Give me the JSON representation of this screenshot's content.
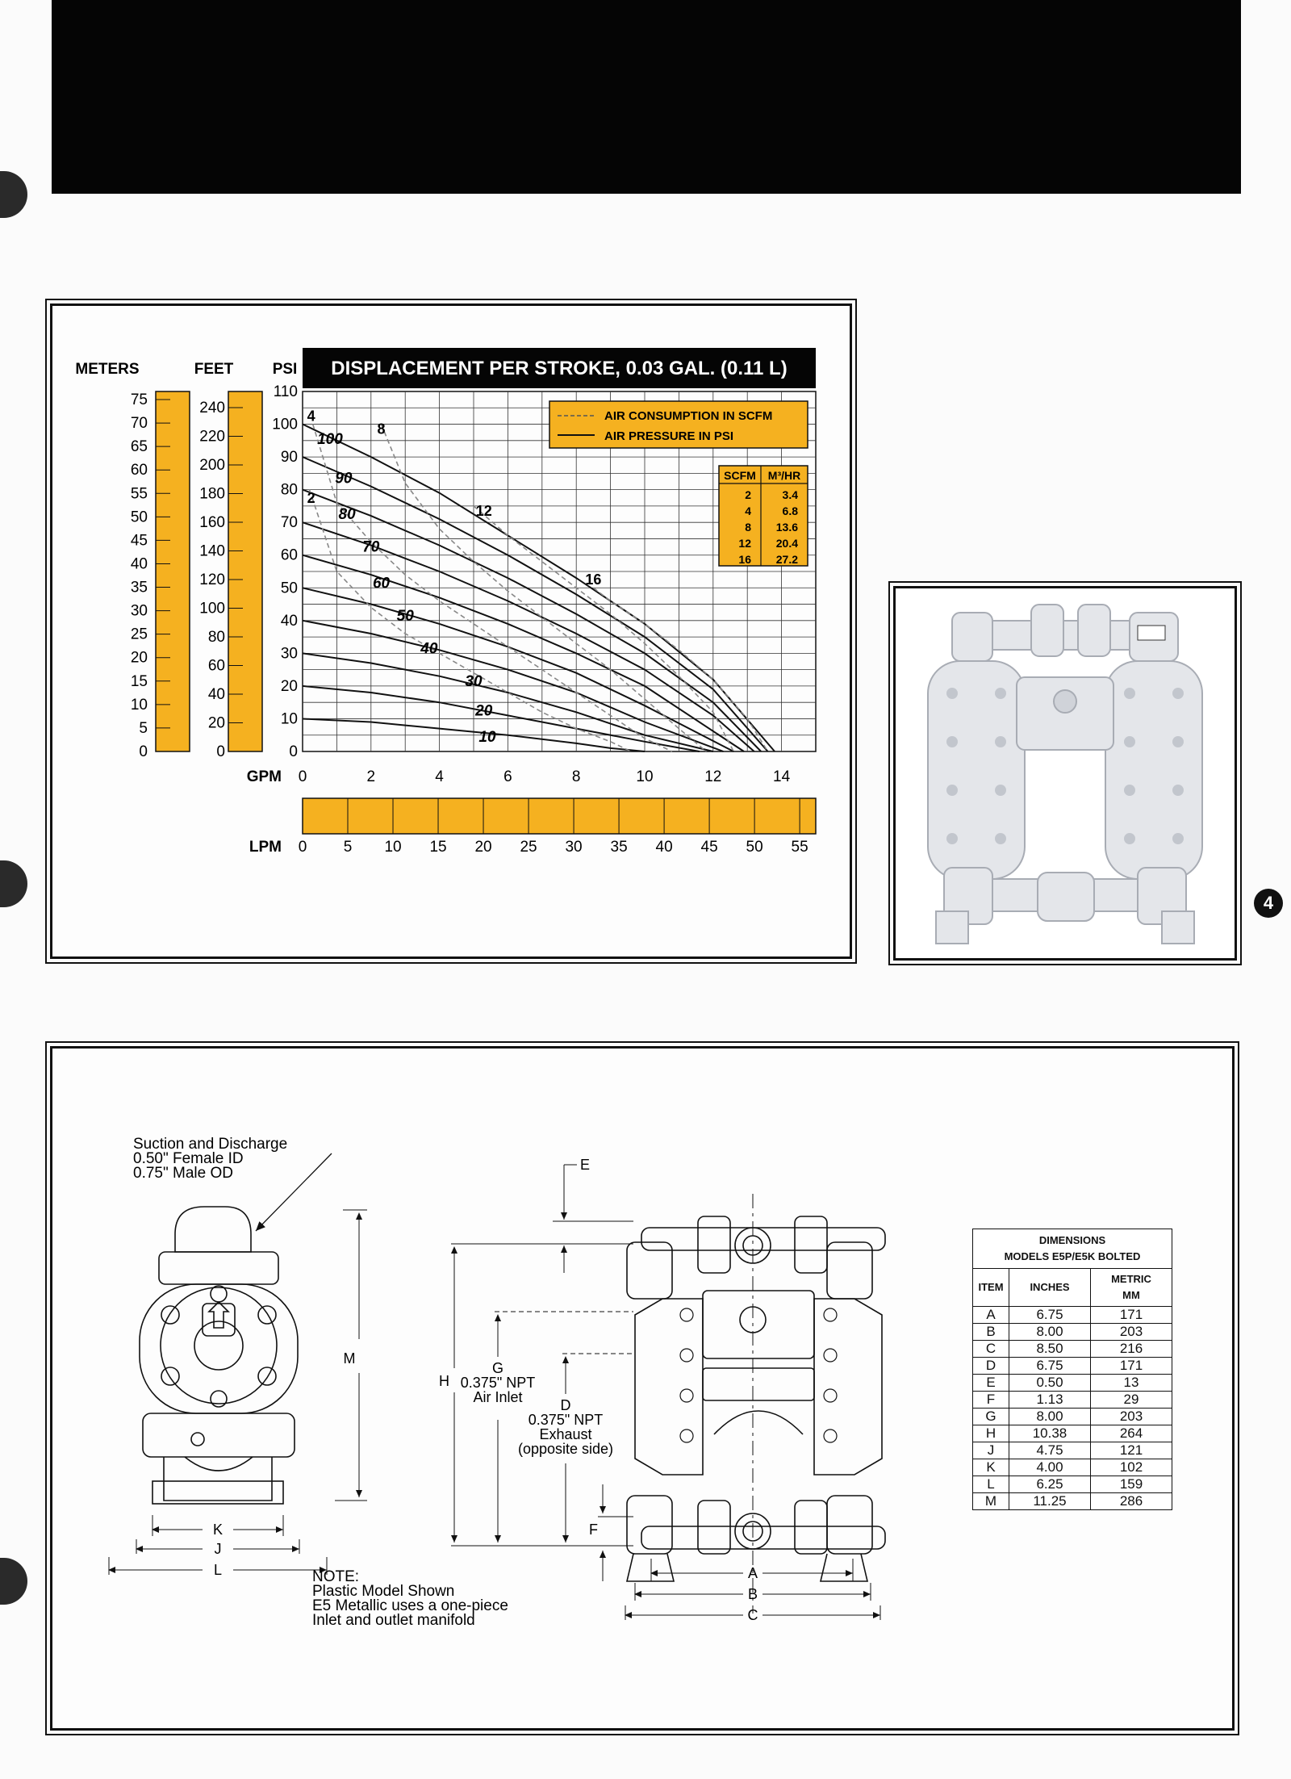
{
  "header": {
    "page_number": "4"
  },
  "chart": {
    "title": "DISPLACEMENT PER STROKE, 0.03 GAL. (0.11 L)",
    "scale_labels": {
      "meters": "METERS",
      "feet": "FEET",
      "psi": "PSI",
      "gpm": "GPM",
      "lpm": "LPM"
    },
    "meters_ticks": [
      "75",
      "70",
      "65",
      "60",
      "55",
      "50",
      "45",
      "40",
      "35",
      "30",
      "25",
      "20",
      "15",
      "10",
      "5",
      "0"
    ],
    "feet_ticks": [
      "240",
      "220",
      "200",
      "180",
      "160",
      "140",
      "120",
      "100",
      "80",
      "60",
      "40",
      "20",
      "0"
    ],
    "psi_ticks": [
      "110",
      "100",
      "90",
      "80",
      "70",
      "60",
      "50",
      "40",
      "30",
      "20",
      "10",
      "0"
    ],
    "gpm_ticks": [
      "0",
      "2",
      "4",
      "6",
      "8",
      "10",
      "12",
      "14"
    ],
    "lpm_ticks": [
      "0",
      "5",
      "10",
      "15",
      "20",
      "25",
      "30",
      "35",
      "40",
      "45",
      "50",
      "55"
    ],
    "legend": {
      "air_consumption": "AIR CONSUMPTION IN SCFM",
      "air_pressure": "AIR PRESSURE IN PSI"
    },
    "conversion_table": {
      "headers": [
        "SCFM",
        "M³/HR"
      ],
      "rows": [
        [
          "2",
          "3.4"
        ],
        [
          "4",
          "6.8"
        ],
        [
          "8",
          "13.6"
        ],
        [
          "12",
          "20.4"
        ],
        [
          "16",
          "27.2"
        ]
      ]
    },
    "pressure_labels": [
      "100",
      "90",
      "80",
      "70",
      "60",
      "50",
      "40",
      "30",
      "20",
      "10"
    ],
    "scfm_labels": [
      "4",
      "8",
      "2",
      "12",
      "16"
    ]
  },
  "chart_data": {
    "type": "line",
    "title": "DISPLACEMENT PER STROKE, 0.03 GAL. (0.11 L)",
    "xlabel": "GPM",
    "ylabel": "PSI",
    "xlim": [
      0,
      15
    ],
    "ylim": [
      0,
      110
    ],
    "series": [
      {
        "name": "100",
        "x": [
          0,
          2,
          4,
          6,
          8,
          10,
          12,
          13.8
        ],
        "y": [
          100,
          90,
          79,
          66,
          53,
          39,
          22,
          0
        ]
      },
      {
        "name": "90",
        "x": [
          0,
          2,
          4,
          6,
          8,
          10,
          12,
          13.6
        ],
        "y": [
          90,
          81,
          71,
          60,
          48,
          35,
          19,
          0
        ]
      },
      {
        "name": "80",
        "x": [
          0,
          2,
          4,
          6,
          8,
          10,
          12,
          13.4
        ],
        "y": [
          80,
          72,
          63,
          53,
          42,
          30,
          15,
          0
        ]
      },
      {
        "name": "70",
        "x": [
          0,
          2,
          4,
          6,
          8,
          10,
          12,
          13.2
        ],
        "y": [
          70,
          63,
          55,
          46,
          36,
          25,
          11,
          0
        ]
      },
      {
        "name": "60",
        "x": [
          0,
          2,
          4,
          6,
          8,
          10,
          12.9
        ],
        "y": [
          60,
          54,
          47,
          39,
          30,
          20,
          0
        ]
      },
      {
        "name": "50",
        "x": [
          0,
          2,
          4,
          6,
          8,
          10,
          12.6
        ],
        "y": [
          50,
          45,
          39,
          32,
          24,
          14,
          0
        ]
      },
      {
        "name": "40",
        "x": [
          0,
          2,
          4,
          6,
          8,
          10,
          12.3
        ],
        "y": [
          40,
          36,
          31,
          25,
          18,
          9,
          0
        ]
      },
      {
        "name": "30",
        "x": [
          0,
          2,
          4,
          6,
          8,
          10,
          12
        ],
        "y": [
          30,
          27,
          23,
          18,
          12,
          5,
          0
        ]
      },
      {
        "name": "20",
        "x": [
          0,
          2,
          4,
          6,
          8,
          10,
          11.6
        ],
        "y": [
          20,
          18,
          15,
          11,
          7,
          3,
          0
        ]
      },
      {
        "name": "10",
        "x": [
          0,
          2,
          4,
          6,
          8,
          9,
          10
        ],
        "y": [
          10,
          9,
          7,
          5,
          2.5,
          1,
          0
        ]
      }
    ],
    "scfm_series": [
      {
        "name": "2",
        "x": [
          0.2,
          1,
          2,
          3,
          4,
          5,
          6,
          7,
          8,
          9,
          9.6
        ],
        "y": [
          80,
          55,
          44,
          36,
          30,
          24,
          18,
          12,
          7,
          3,
          0
        ]
      },
      {
        "name": "4",
        "x": [
          0.3,
          1,
          2,
          3,
          4,
          5,
          6,
          7,
          8,
          9,
          10,
          10.8
        ],
        "y": [
          100,
          76,
          64,
          54,
          46,
          39,
          32,
          25,
          18,
          11,
          4,
          0
        ]
      },
      {
        "name": "8",
        "x": [
          2.3,
          3,
          4,
          5,
          6,
          7,
          8,
          9,
          10,
          11,
          11.8
        ],
        "y": [
          100,
          82,
          68,
          58,
          49,
          41,
          33,
          25,
          16,
          7,
          0
        ]
      },
      {
        "name": "12",
        "x": [
          5,
          6,
          7,
          8,
          9,
          10,
          11,
          12,
          12.6
        ],
        "y": [
          75,
          66,
          58,
          50,
          42,
          33,
          23,
          12,
          0
        ]
      },
      {
        "name": "16",
        "x": [
          8.5,
          9,
          10,
          11,
          12,
          13,
          13.6
        ],
        "y": [
          50,
          46,
          39,
          31,
          22,
          10,
          0
        ]
      }
    ]
  },
  "dimensions": {
    "suction_note": [
      "Suction and Discharge",
      "0.50\" Female ID",
      "0.75\" Male OD"
    ],
    "labels": {
      "A": "A",
      "B": "B",
      "C": "C",
      "D": "D",
      "E": "E",
      "F": "F",
      "G": "G",
      "H": "H",
      "J": "J",
      "K": "K",
      "L": "L",
      "M": "M"
    },
    "air_inlet": [
      "0.375\" NPT",
      "Air Inlet"
    ],
    "exhaust": [
      "0.375\" NPT",
      "Exhaust",
      "(opposite side)"
    ],
    "note": [
      "NOTE:",
      "Plastic Model Shown",
      "E5 Metallic uses a one-piece",
      "Inlet and outlet manifold"
    ],
    "table": {
      "caption": [
        "DIMENSIONS",
        "MODELS E5P/E5K BOLTED"
      ],
      "headers": [
        "ITEM",
        "INCHES",
        "METRIC MM"
      ],
      "rows": [
        [
          "A",
          "6.75",
          "171"
        ],
        [
          "B",
          "8.00",
          "203"
        ],
        [
          "C",
          "8.50",
          "216"
        ],
        [
          "D",
          "6.75",
          "171"
        ],
        [
          "E",
          "0.50",
          "13"
        ],
        [
          "F",
          "1.13",
          "29"
        ],
        [
          "G",
          "8.00",
          "203"
        ],
        [
          "H",
          "10.38",
          "264"
        ],
        [
          "J",
          "4.75",
          "121"
        ],
        [
          "K",
          "4.00",
          "102"
        ],
        [
          "L",
          "6.25",
          "159"
        ],
        [
          "M",
          "11.25",
          "286"
        ]
      ]
    }
  },
  "colors": {
    "accent": "#f5b120",
    "ink": "#111111",
    "dashed_line": "#888888"
  }
}
